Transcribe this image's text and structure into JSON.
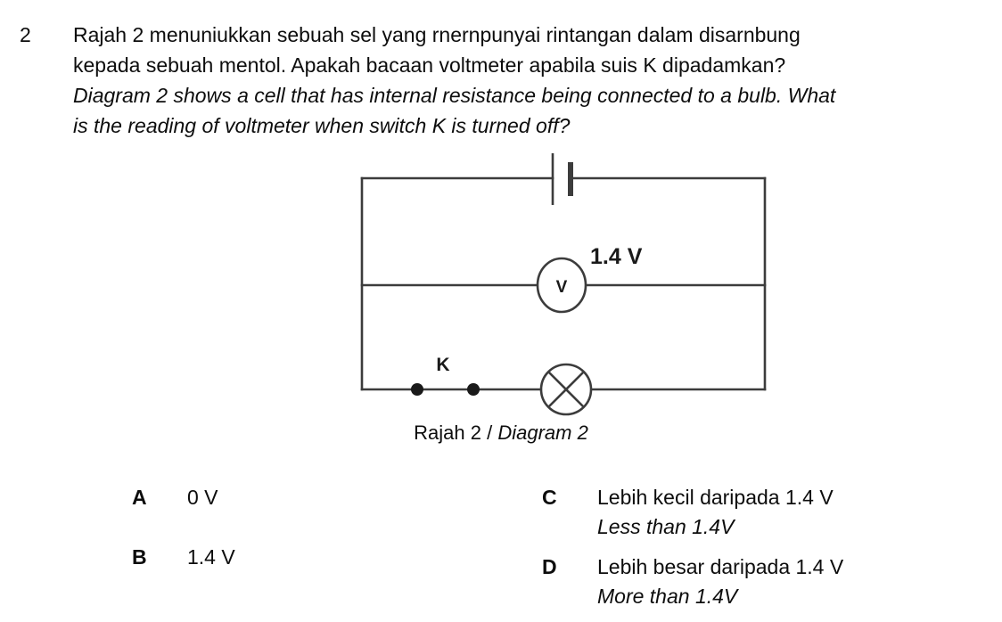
{
  "question": {
    "number": "2",
    "malay_lines": [
      "Rajah 2 menuniukkan sebuah sel yang rnernpunyai rintangan dalam disarnbung",
      "kepada sebuah mentol. Apakah bacaan voltmeter apabila suis K dipadamkan?"
    ],
    "english_lines": [
      "Diagram 2 shows a cell that has internal resistance being connected to a bulb. What",
      "is the reading of voltmeter when switch K is turned off?"
    ]
  },
  "figure": {
    "caption_malay": "Rajah 2 /",
    "caption_english": "Diagram 2",
    "voltmeter_label": "V",
    "voltmeter_reading": "1.4 V",
    "switch_label": "K",
    "components": {
      "cell": "cell-battery-symbol",
      "voltmeter": "voltmeter-symbol",
      "bulb": "lamp-bulb-symbol",
      "switch": "open-switch-symbol"
    },
    "line_color": "#3c3c3c"
  },
  "options": {
    "left": [
      {
        "letter": "A",
        "malay": "0 V",
        "english": ""
      },
      {
        "letter": "B",
        "malay": "1.4 V",
        "english": ""
      }
    ],
    "right": [
      {
        "letter": "C",
        "malay": "Lebih kecil daripada 1.4 V",
        "english": "Less than 1.4V"
      },
      {
        "letter": "D",
        "malay": "Lebih besar daripada 1.4 V",
        "english": "More than 1.4V"
      }
    ]
  }
}
